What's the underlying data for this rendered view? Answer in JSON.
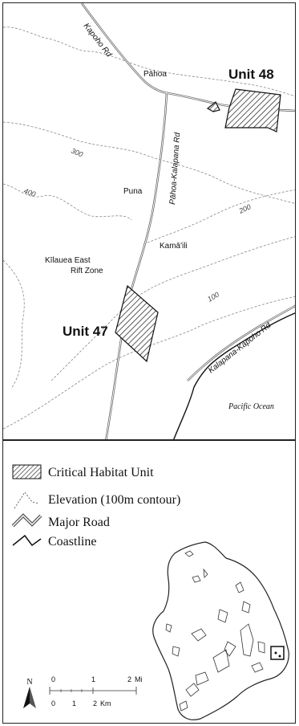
{
  "map": {
    "units": [
      {
        "name": "Unit 48"
      },
      {
        "name": "Unit 47"
      }
    ],
    "places": {
      "pahoa": "Pāhoa",
      "puna": "Puna",
      "kamaili": "Kamā'ili",
      "rift_line1": "Kīlauea East",
      "rift_line2": "Rift Zone",
      "ocean": "Pacific Ocean"
    },
    "roads": {
      "kapoho": "Kapoho Rd",
      "pahoa_kalapana": "Pāhoa-Kalapana Rd",
      "kalapana_kapoho": "Kalapana-Kapoho Rd"
    },
    "contours": {
      "c300": "300",
      "c400": "400",
      "c200": "200",
      "c100": "100"
    },
    "colors": {
      "hatch": "#333333",
      "road": "#555555",
      "contour": "#777777",
      "coast": "#111111"
    }
  },
  "legend": {
    "items": [
      {
        "icon": "hatch-box-icon",
        "label": "Critical Habitat Unit"
      },
      {
        "icon": "dashed-contour-icon",
        "label": "Elevation (100m contour)"
      },
      {
        "icon": "road-line-icon",
        "label": "Major Road"
      },
      {
        "icon": "coastline-icon",
        "label": "Coastline"
      }
    ],
    "north": "N",
    "scale_mi": [
      "0",
      "1",
      "2",
      "Mi"
    ],
    "scale_km": [
      "0",
      "1",
      "2",
      "Km"
    ]
  }
}
